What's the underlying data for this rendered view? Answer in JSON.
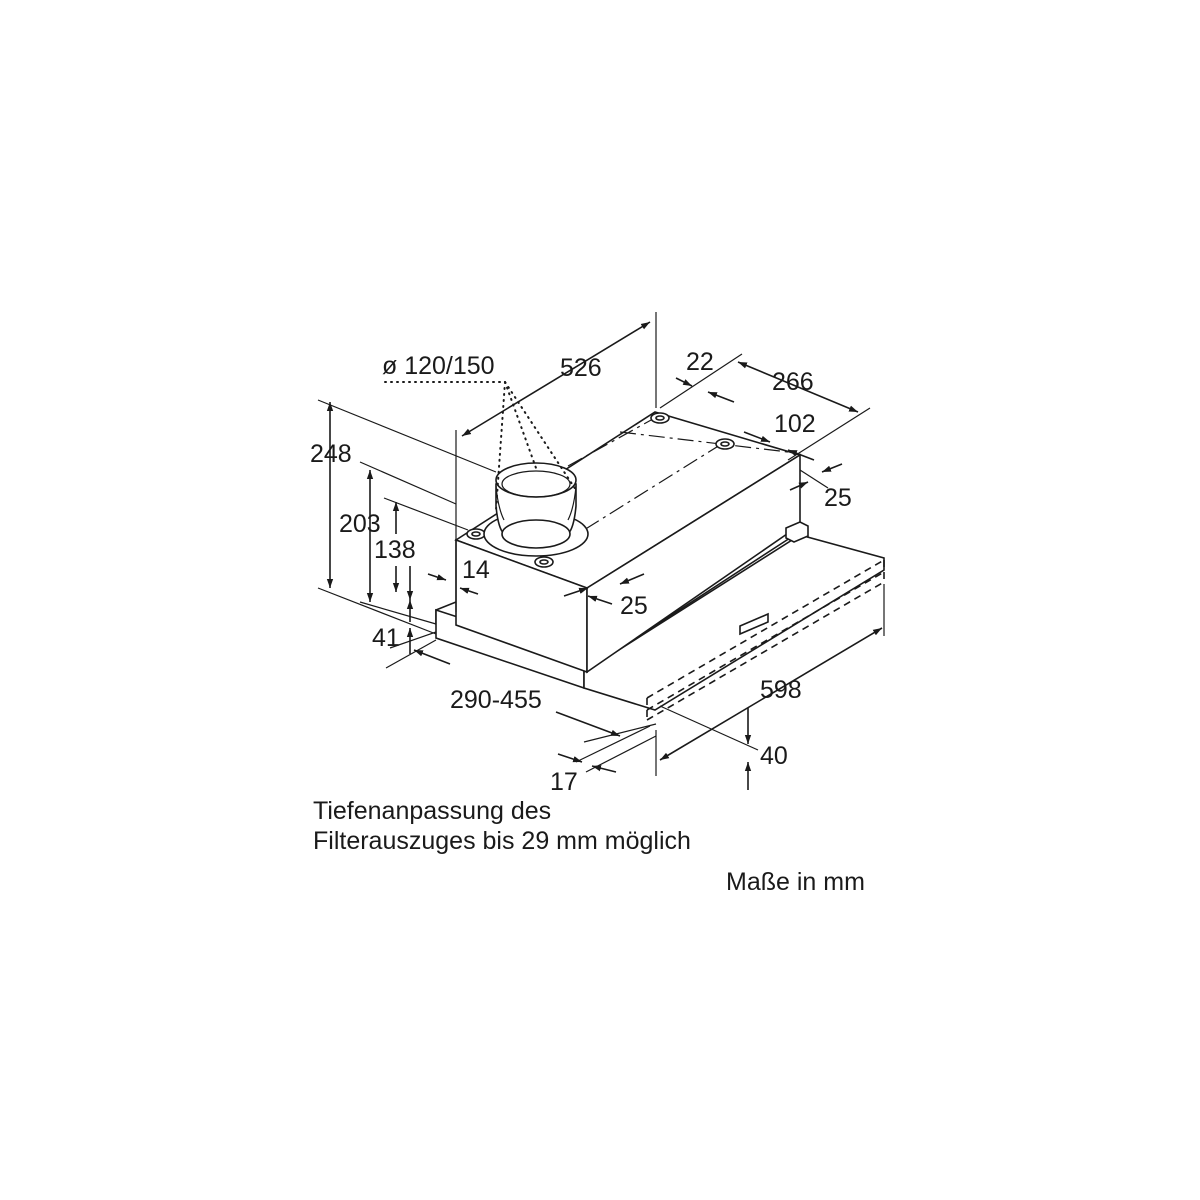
{
  "diagram": {
    "dimensions": {
      "duct": "ø 120/150",
      "depth_526": "526",
      "height_248": "248",
      "height_203": "203",
      "height_138": "138",
      "offset_14": "14",
      "offset_25_front": "25",
      "front_41": "41",
      "range_290_455": "290-455",
      "offset_17": "17",
      "width_598": "598",
      "front_40": "40",
      "top_22": "22",
      "top_266": "266",
      "top_102": "102",
      "offset_25_right": "25"
    },
    "notes": {
      "line1": "Tiefenanpassung des",
      "line2": "Filterauszuges bis 29 mm möglich",
      "units": "Maße in mm"
    }
  }
}
